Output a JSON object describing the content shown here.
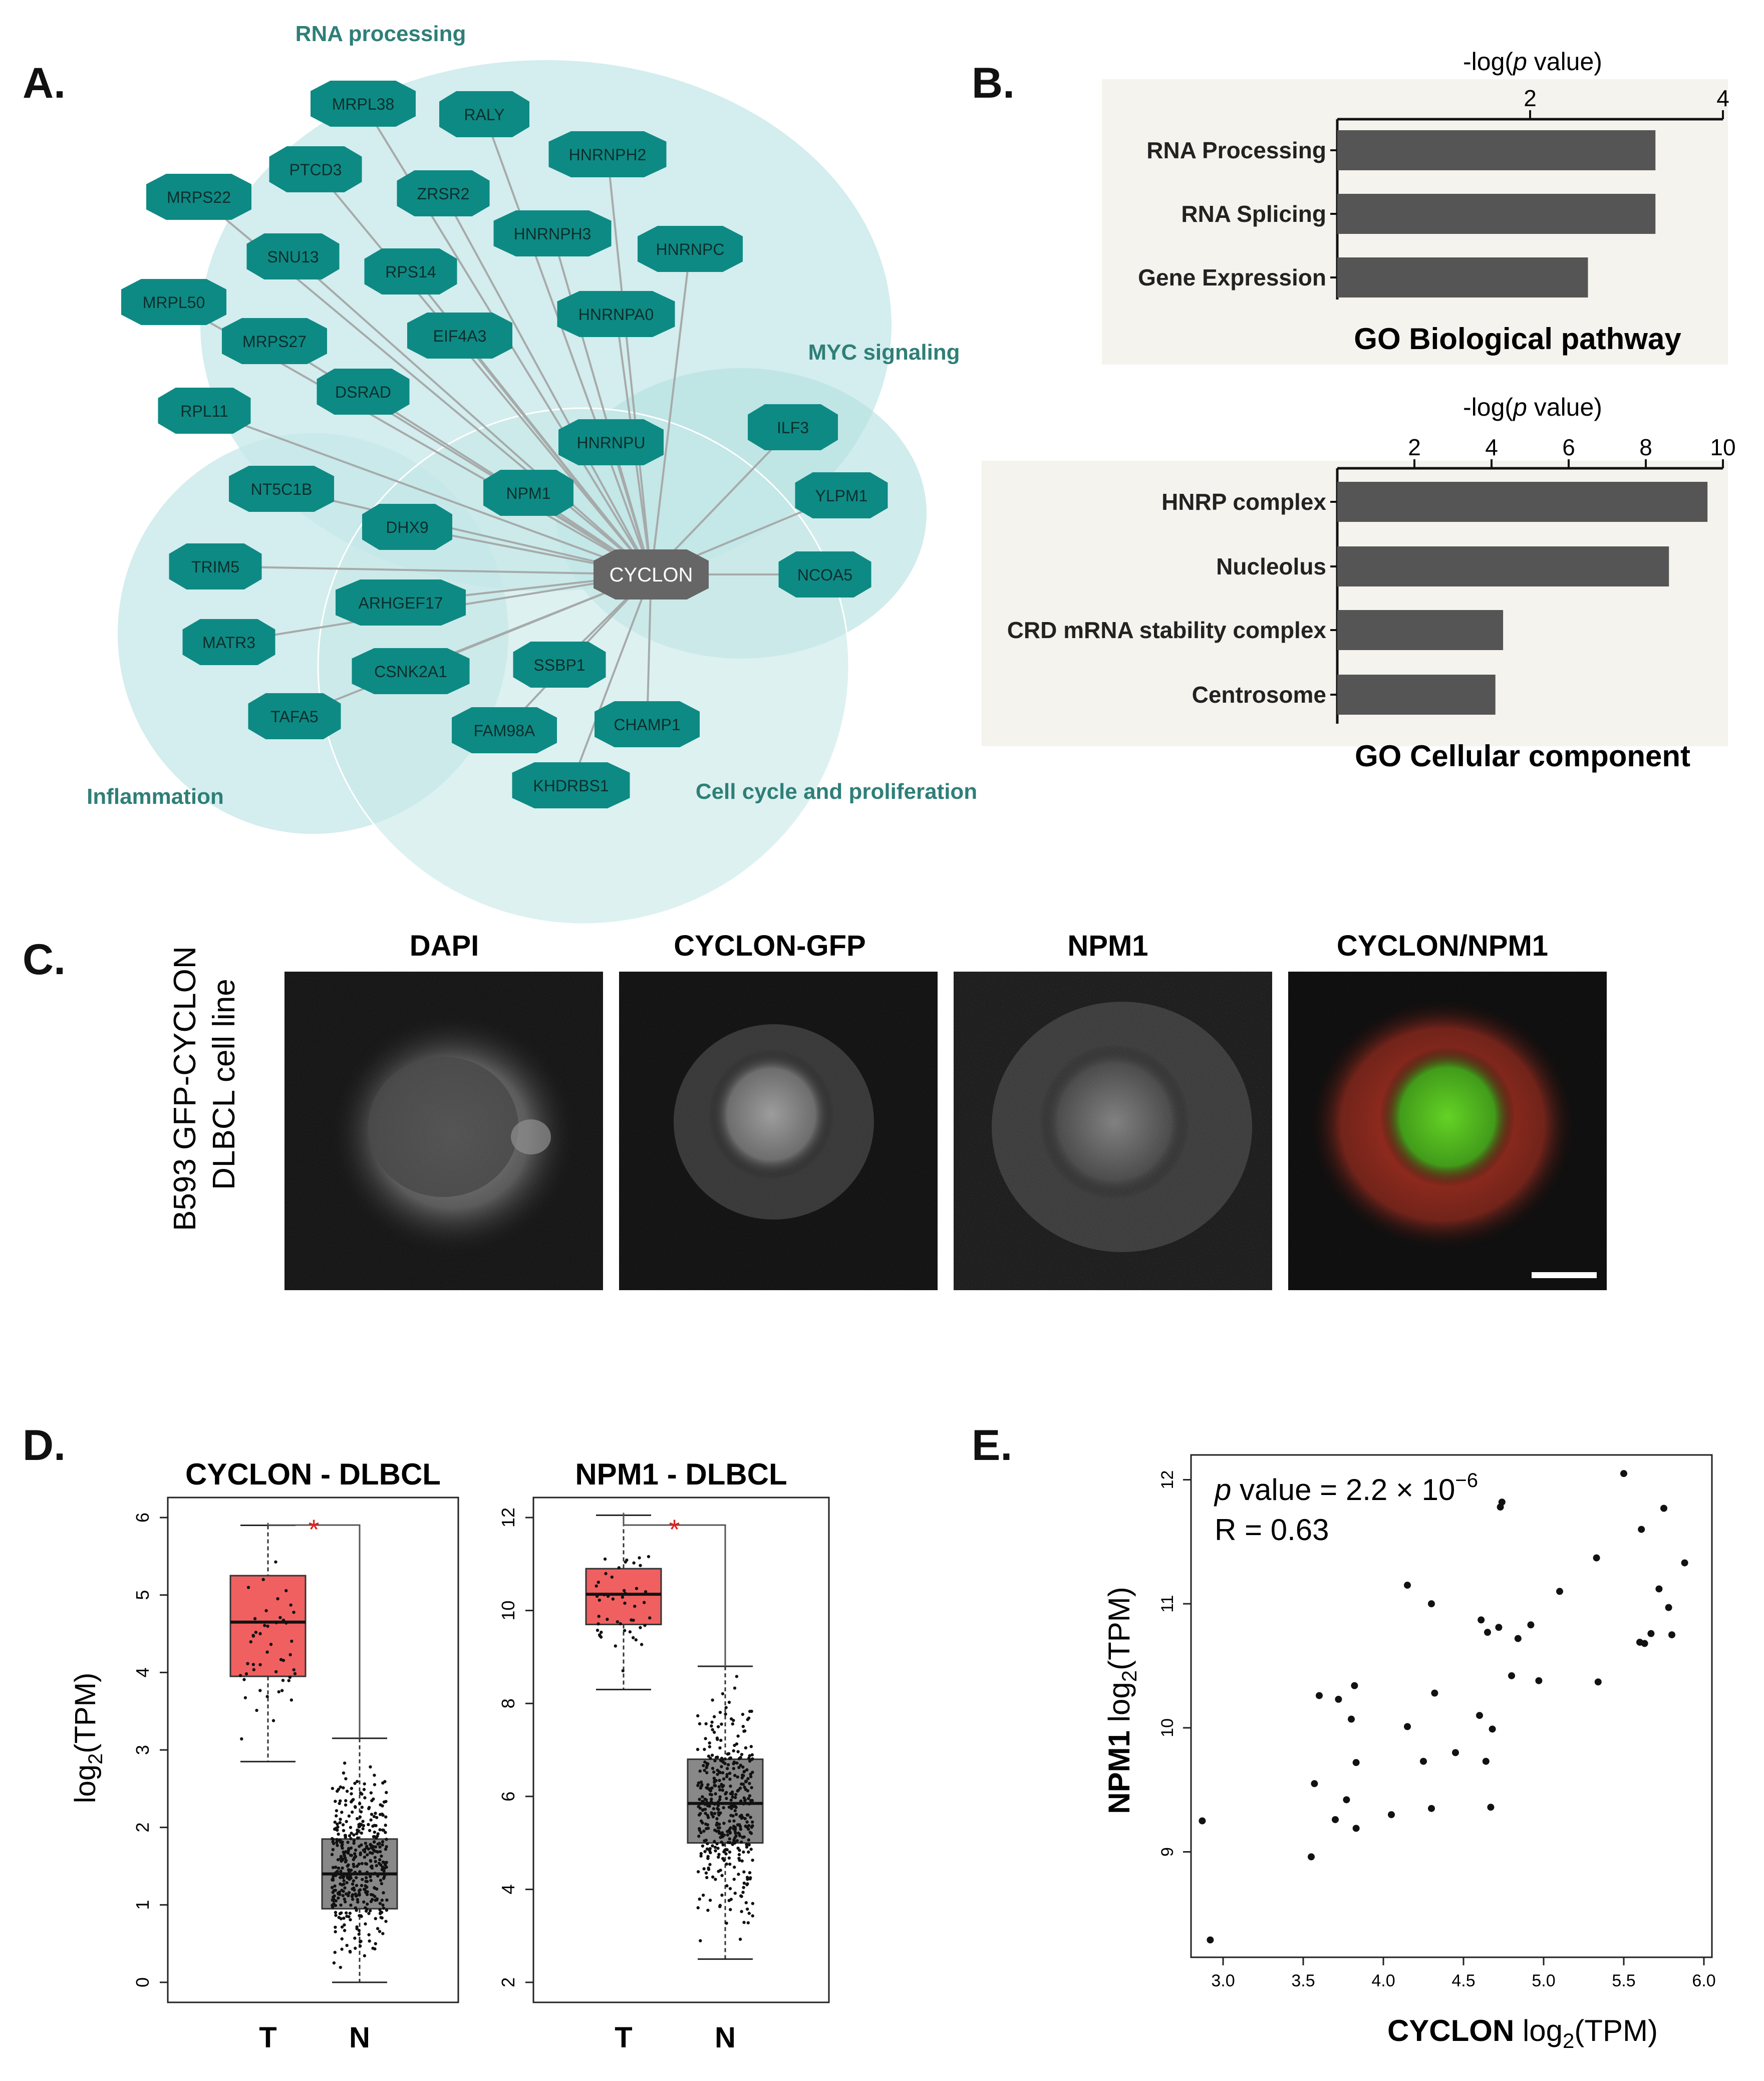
{
  "panels": {
    "A": "A.",
    "B": "B.",
    "C": "C.",
    "D": "D.",
    "E": "E."
  },
  "colors": {
    "module_fill": "#c6e7e8",
    "node_fill": "#0e8a84",
    "hub_fill": "#666666",
    "module_label": "#2e7f78",
    "bar_fill": "#555555",
    "tumor_box": "#f06060",
    "normal_box": "#888888",
    "significance_star": "#e02020"
  },
  "network": {
    "hub": "CYCLON",
    "module_labels": {
      "rna": "RNA processing",
      "myc": "MYC signaling",
      "inflammation": "Inflammation",
      "cellcycle": "Cell cycle and proliferation"
    },
    "nodes": [
      "MRPL38",
      "RALY",
      "PTCD3",
      "HNRNPH2",
      "MRPS22",
      "ZRSR2",
      "HNRNPH3",
      "SNU13",
      "HNRNPC",
      "RPS14",
      "MRPL50",
      "HNRNPA0",
      "EIF4A3",
      "MRPS27",
      "DSRAD",
      "RPL11",
      "HNRNPU",
      "ILF3",
      "NT5C1B",
      "NPM1",
      "YLPM1",
      "DHX9",
      "NCOA5",
      "TRIM5",
      "ARHGEF17",
      "MATR3",
      "CSNK2A1",
      "SSBP1",
      "TAFA5",
      "CHAMP1",
      "FAM98A",
      "KHDRBS1"
    ]
  },
  "panel_b": {
    "axis_title_1": "-log(",
    "axis_title_p": "p",
    "axis_title_2": " value)",
    "top_title": "GO Biological pathway",
    "bottom_title": "GO Cellular component"
  },
  "panel_c": {
    "ylabel_line1": "B593 GFP-CYCLON",
    "ylabel_line2": "DLBCL  cell line",
    "headers": [
      "DAPI",
      "CYCLON-GFP",
      "NPM1",
      "CYCLON/NPM1"
    ]
  },
  "panel_d": {
    "ylabel_main": "log",
    "ylabel_sub": "2",
    "ylabel_tail": "(TPM)",
    "star": "*"
  },
  "panel_e": {
    "p_label": "p",
    "p_text": " value = 2.2 × 10",
    "p_exp": "−6",
    "r_text": "R = 0.63",
    "xlabel_bold": "CYCLON",
    "xlabel_log": " log",
    "xlabel_sub": "2",
    "xlabel_tail": "(TPM)",
    "ylabel_bold": "NPM1",
    "ylabel_log": " log",
    "ylabel_sub": "2",
    "ylabel_tail": "(TPM)"
  },
  "chart_data": [
    {
      "type": "bar",
      "orientation": "horizontal",
      "categories": [
        "RNA Processing",
        "RNA Splicing",
        "Gene Expression"
      ],
      "values": [
        3.3,
        3.3,
        2.6
      ],
      "xlim": [
        0,
        4
      ],
      "xticks": [
        2,
        4
      ],
      "xlabel": "-log(p value)",
      "title": "GO Biological pathway"
    },
    {
      "type": "bar",
      "orientation": "horizontal",
      "categories": [
        "HNRP complex",
        "Nucleolus",
        "CRD mRNA stability complex",
        "Centrosome"
      ],
      "values": [
        9.6,
        8.6,
        4.3,
        4.1
      ],
      "xlim": [
        0,
        10
      ],
      "xticks": [
        2,
        4,
        6,
        8,
        10
      ],
      "xlabel": "-log(p value)",
      "title": "GO Cellular component"
    },
    {
      "type": "box",
      "title": "CYCLON - DLBCL",
      "categories": [
        "T",
        "N"
      ],
      "ylabel": "log2(TPM)",
      "ylim": [
        0,
        6
      ],
      "yticks": [
        0,
        1,
        2,
        3,
        4,
        5,
        6
      ],
      "boxes": [
        {
          "name": "T",
          "whisker_low": 2.85,
          "q1": 3.95,
          "median": 4.65,
          "q3": 5.25,
          "whisker_high": 5.9
        },
        {
          "name": "N",
          "whisker_low": 0.0,
          "q1": 0.95,
          "median": 1.4,
          "q3": 1.85,
          "whisker_high": 3.15
        }
      ]
    },
    {
      "type": "box",
      "title": "NPM1 - DLBCL",
      "categories": [
        "T",
        "N"
      ],
      "ylabel": "log2(TPM)",
      "ylim": [
        2,
        12
      ],
      "yticks": [
        2,
        4,
        6,
        8,
        10,
        12
      ],
      "boxes": [
        {
          "name": "T",
          "whisker_low": 8.3,
          "q1": 9.7,
          "median": 10.35,
          "q3": 10.9,
          "whisker_high": 12.05
        },
        {
          "name": "N",
          "whisker_low": 2.5,
          "q1": 5.0,
          "median": 5.85,
          "q3": 6.8,
          "whisker_high": 8.8
        }
      ]
    },
    {
      "type": "scatter",
      "xlabel": "CYCLON log2(TPM)",
      "ylabel": "NPM1 log2(TPM)",
      "xlim": [
        2.8,
        6.05
      ],
      "ylim": [
        8.15,
        12.2
      ],
      "xticks": [
        3.0,
        3.5,
        4.0,
        4.5,
        5.0,
        5.5,
        6.0
      ],
      "yticks": [
        9,
        10,
        11,
        12
      ],
      "points": [
        [
          2.87,
          9.25
        ],
        [
          2.92,
          8.29
        ],
        [
          3.55,
          8.96
        ],
        [
          3.57,
          9.55
        ],
        [
          3.6,
          10.26
        ],
        [
          3.7,
          9.26
        ],
        [
          3.72,
          10.23
        ],
        [
          3.77,
          9.42
        ],
        [
          3.8,
          10.07
        ],
        [
          3.82,
          10.34
        ],
        [
          3.83,
          9.72
        ],
        [
          3.83,
          9.19
        ],
        [
          4.05,
          9.3
        ],
        [
          4.15,
          10.01
        ],
        [
          4.15,
          11.15
        ],
        [
          4.25,
          9.73
        ],
        [
          4.3,
          9.35
        ],
        [
          4.3,
          11.0
        ],
        [
          4.32,
          10.28
        ],
        [
          4.45,
          9.8
        ],
        [
          4.6,
          10.1
        ],
        [
          4.61,
          10.87
        ],
        [
          4.64,
          9.73
        ],
        [
          4.65,
          10.77
        ],
        [
          4.67,
          9.36
        ],
        [
          4.68,
          9.99
        ],
        [
          4.72,
          10.81
        ],
        [
          4.73,
          11.78
        ],
        [
          4.74,
          11.82
        ],
        [
          4.8,
          10.42
        ],
        [
          4.84,
          10.72
        ],
        [
          4.92,
          10.83
        ],
        [
          4.97,
          10.38
        ],
        [
          5.1,
          11.1
        ],
        [
          5.33,
          11.37
        ],
        [
          5.34,
          10.37
        ],
        [
          5.5,
          12.05
        ],
        [
          5.6,
          10.69
        ],
        [
          5.61,
          11.6
        ],
        [
          5.63,
          10.68
        ],
        [
          5.67,
          10.76
        ],
        [
          5.72,
          11.12
        ],
        [
          5.75,
          11.77
        ],
        [
          5.78,
          10.97
        ],
        [
          5.8,
          10.75
        ],
        [
          5.88,
          11.33
        ]
      ]
    }
  ]
}
